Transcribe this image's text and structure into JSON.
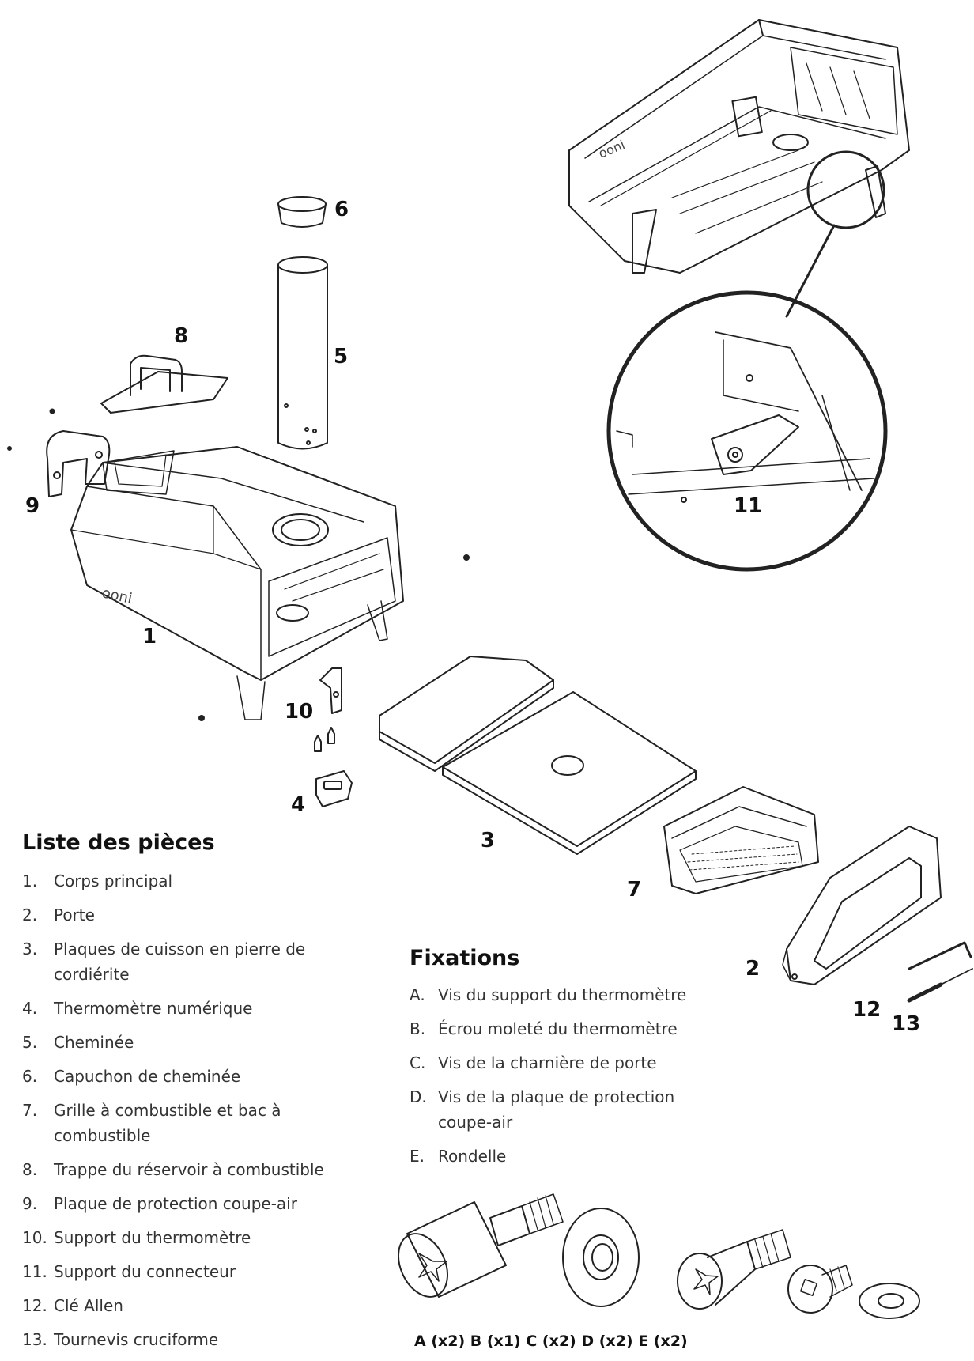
{
  "callouts": [
    "1",
    "2",
    "3",
    "4",
    "5",
    "6",
    "7",
    "8",
    "9",
    "10",
    "11",
    "12",
    "13"
  ],
  "oven_logo": "ooni",
  "parts_list": {
    "title": "Liste des pièces",
    "items": [
      {
        "n": "1.",
        "label": "Corps principal"
      },
      {
        "n": "2.",
        "label": "Porte"
      },
      {
        "n": "3.",
        "label": "Plaques de cuisson en pierre de cordiérite"
      },
      {
        "n": "4.",
        "label": "Thermomètre numérique"
      },
      {
        "n": "5.",
        "label": "Cheminée"
      },
      {
        "n": "6.",
        "label": "Capuchon de cheminée"
      },
      {
        "n": "7.",
        "label": "Grille à combustible et bac à combustible"
      },
      {
        "n": "8.",
        "label": "Trappe du réservoir à combustible"
      },
      {
        "n": "9.",
        "label": "Plaque de protection coupe-air"
      },
      {
        "n": "10.",
        "label": "Support du thermomètre"
      },
      {
        "n": "11.",
        "label": "Support du connecteur"
      },
      {
        "n": "12.",
        "label": "Clé Allen"
      },
      {
        "n": "13.",
        "label": "Tournevis cruciforme"
      }
    ]
  },
  "fixings": {
    "title": "Fixations",
    "items": [
      {
        "n": "A.",
        "label": "Vis du support du thermomètre"
      },
      {
        "n": "B.",
        "label": "Écrou moleté du thermomètre"
      },
      {
        "n": "C.",
        "label": "Vis de la charnière de porte"
      },
      {
        "n": "D.",
        "label": "Vis de la plaque de protection coupe-air"
      },
      {
        "n": "E.",
        "label": "Rondelle"
      }
    ],
    "quantities": "A (x2) B (x1) C (x2) D (x2) E (x2)"
  }
}
